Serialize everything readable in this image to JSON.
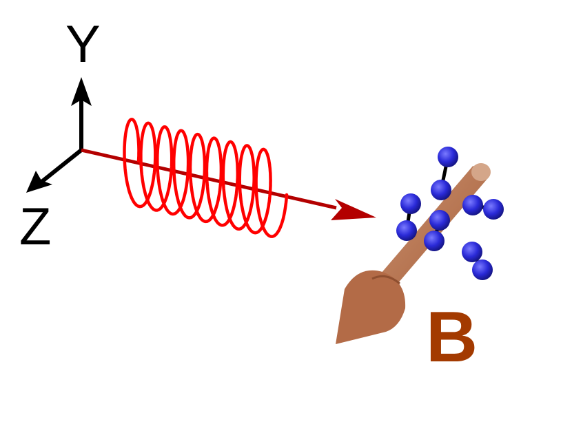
{
  "axes": {
    "y_label": "Y",
    "z_label": "Z",
    "color": "#000000"
  },
  "beam": {
    "helix_color": "#ff0000",
    "arrow_color": "#b30000"
  },
  "field": {
    "label": "B",
    "label_color": "#a33a00",
    "arrow_color": "#b36b47"
  },
  "spins": {
    "color": "#2222cc",
    "highlight": "#6b6bff",
    "bond_color": "#000000"
  }
}
